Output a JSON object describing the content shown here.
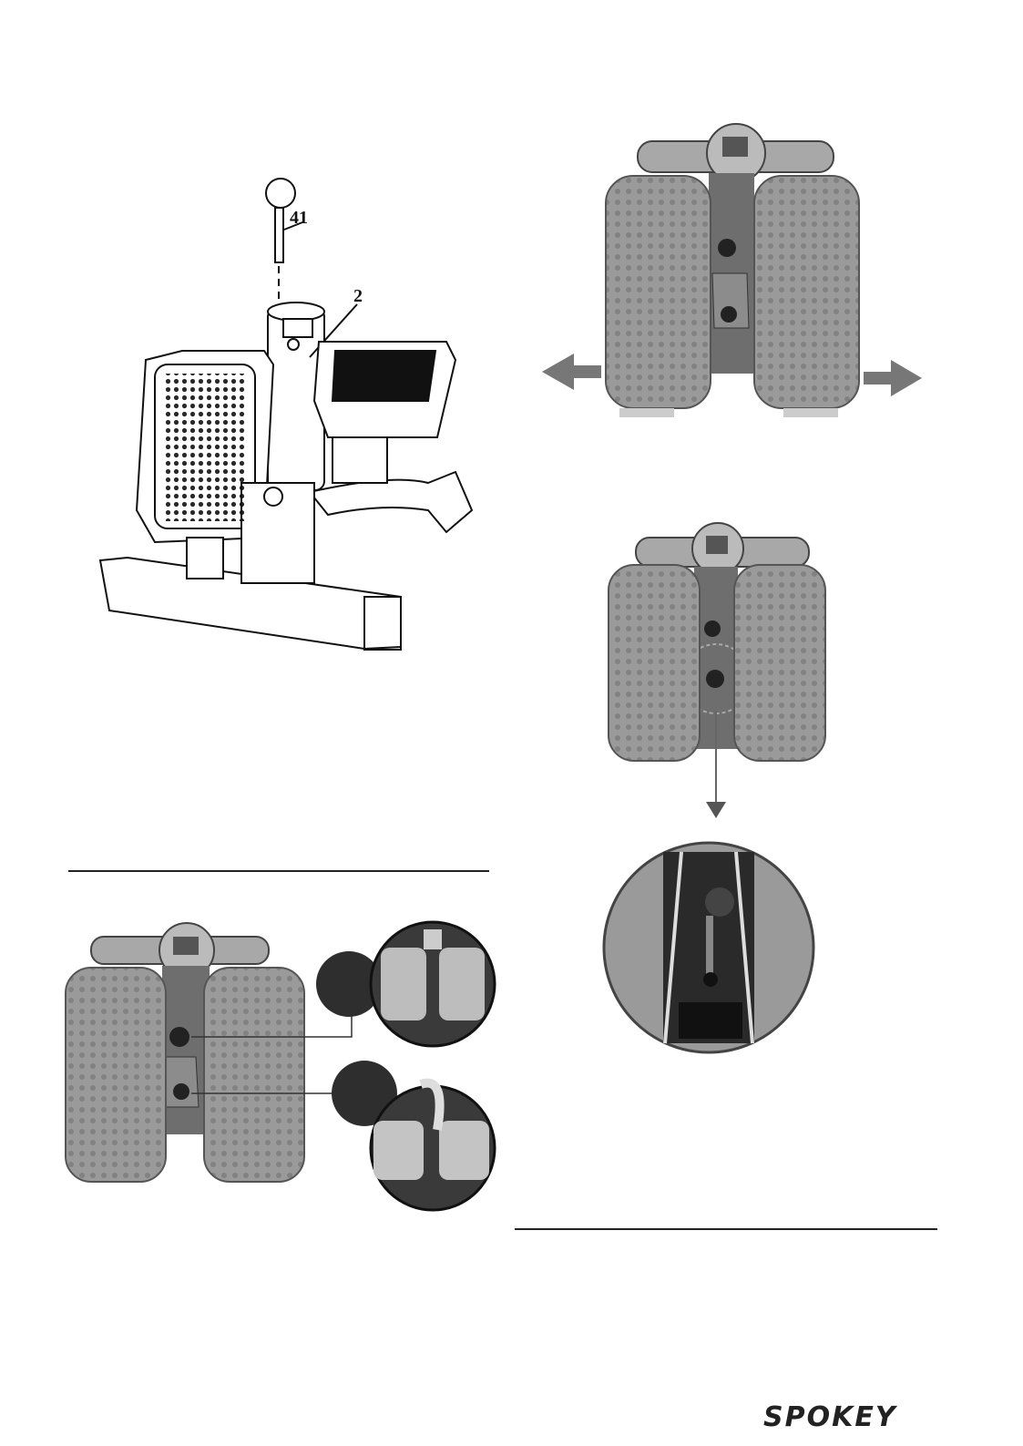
{
  "figure1": {
    "callout_pin": "41",
    "callout_column": "2"
  },
  "brand": {
    "logo_text": "SPOKEY"
  },
  "colors": {
    "ink": "#222222",
    "grey": "#8a8a8a",
    "dark_circle": "#2e2e2e"
  }
}
